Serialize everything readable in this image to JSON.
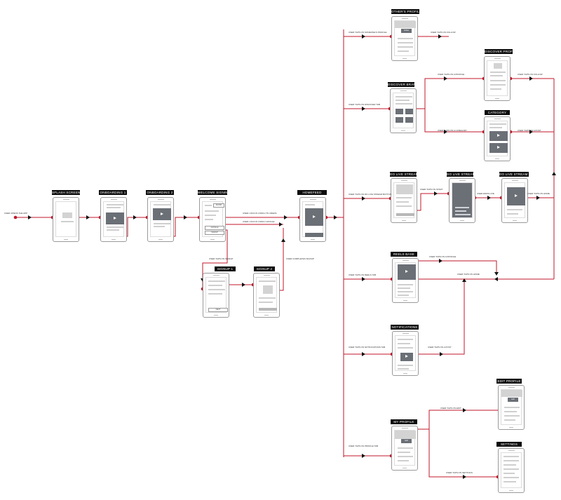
{
  "screens": {
    "splash": "SPLASH SCREEN",
    "onboarding1": "ONBOARDING 1",
    "onboarding2": "ONBOARDING 2",
    "welcome": "WELCOME SIGNIN",
    "homefeed": "HOMEFEED",
    "signup1": "SIGNUP 1",
    "signup2": "SIGNUP 2",
    "others_profile": "OTHER'S PROFILE",
    "discover": "DISCOVER BRANDS",
    "discover_profile": "DISCOVER PROFILE",
    "category": "CATEGORY",
    "receive": "DO LIVE STREAM",
    "receive2": "DO LIVE STREAM",
    "receive3": "DO LIVE STREAM HIST",
    "reels": "REELS BASE",
    "notifications": "NOTIFICATIONS",
    "my_profile": "MY PROFILE",
    "edit_profile": "EDIT PROFILE",
    "settings": "SETTINGS"
  },
  "phone_labels": {
    "welcome_btn1": "SIGNIN",
    "welcome_btn2": "GOOGLE",
    "welcome_btn3": "SIGNUP",
    "signup_btn": "NEXT",
    "profile_btn": "Edit",
    "others_btn": "Follow"
  },
  "flow_labels": {
    "entry": "USER OPENS THE APP",
    "signin_signed": "USER LOGS IN USING ITS CREDS",
    "google_signed": "USER LOGS IN USING GOOGLE",
    "signup": "USER TAPS ON SIGNUP",
    "signup_done": "USER COMPLETES SIGNUP",
    "to_others": "USER TAPS ON SOMEONE'S PROFILE",
    "others_out": "USER TAPS ON FOLLOW",
    "to_discover": "USER TAPS ON DISCOVER TAB",
    "discover_profile": "USER TAPS ON A PROFILE",
    "discover_profile_out": "USER TAPS ON FOLLOW",
    "discover_category": "USER TAPS ON A CATEGORY",
    "category_out": "USER TAPS ON A POST",
    "to_live": "USER TAPS ON DO LIVE STREAM BUTTON",
    "live_out": "USER TAPS ON START",
    "live2_out": "USER ENDS LIVE",
    "live3_out": "USER TAPS ON HOME",
    "to_reels": "USER TAPS ON REELS TAB",
    "reels_out": "USER TAPS ON A PROFILE",
    "reels_out2": "USER TAPS ON HOME",
    "to_notifications": "USER TAPS ON NOTIFICATIONS TAB",
    "notif_out": "USER TAPS ON A POST",
    "to_my_profile": "USER TAPS ON PROFILE TAB",
    "edit_profile_in": "USER TAPS ON EDIT",
    "settings_in": "USER TAPS ON SETTINGS"
  },
  "colors": {
    "connector": "#c0172b",
    "arrow": "#111111",
    "title_bar": "#0d0d0d",
    "phone_dark": "#6b6f76"
  }
}
